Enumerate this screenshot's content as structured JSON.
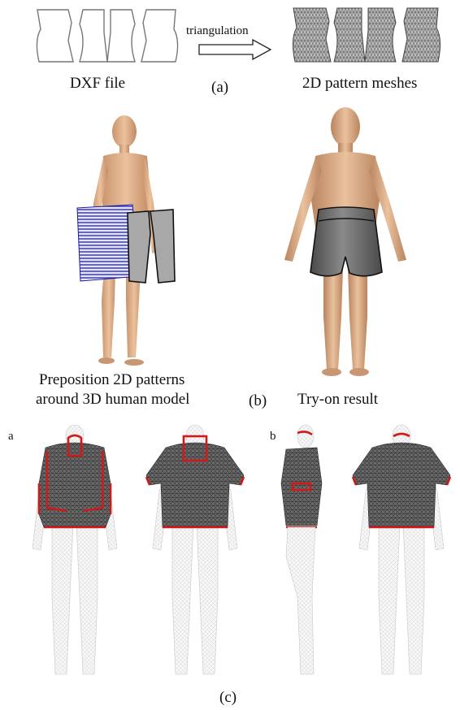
{
  "panel_a": {
    "arrow_label": "triangulation",
    "left_caption": "DXF file",
    "center_caption": "(a)",
    "right_caption": "2D pattern meshes"
  },
  "panel_b": {
    "left_caption_line1": "Preposition 2D patterns",
    "left_caption_line2": "around 3D human model",
    "center_caption": "(b)",
    "right_caption": "Try-on result"
  },
  "panel_c": {
    "sub_a": "a",
    "sub_b": "b",
    "caption": "(c)"
  },
  "colors": {
    "skin": "#e2b48f",
    "seam": "#d01a1a",
    "prepositioned_mesh": "#2a2ad0",
    "pattern_mesh": "#b8b8b8"
  }
}
